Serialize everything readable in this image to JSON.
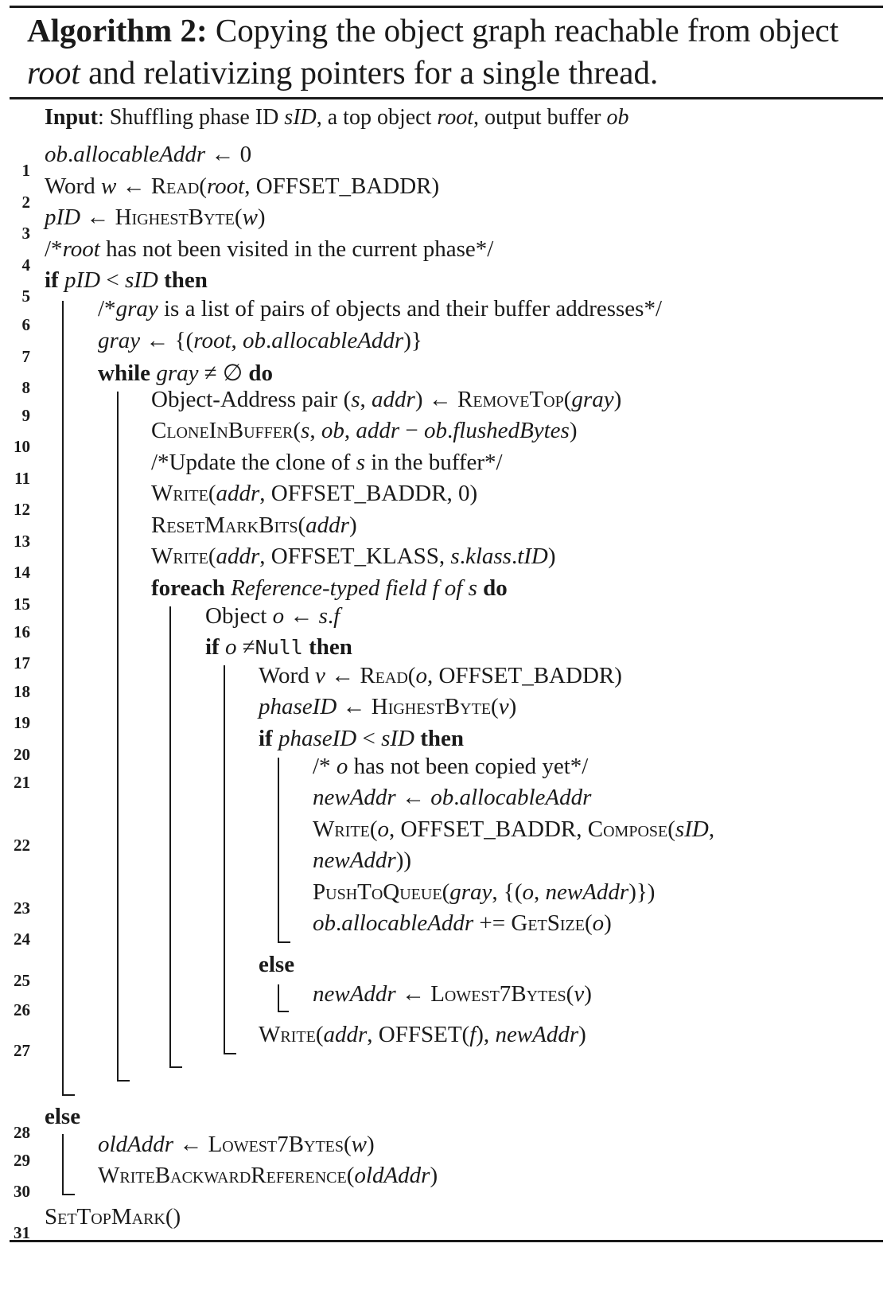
{
  "title": {
    "label": "Algorithm 2:",
    "text": "Copying the object graph reachable from object root and relativizing pointers for a single thread."
  },
  "input": {
    "label": "Input",
    "text": ": Shuffling phase ID sID, a top object root, output buffer ob"
  },
  "lines": [
    {
      "num": "1",
      "text": "ob.allocableAddr ← 0"
    },
    {
      "num": "2",
      "text": "Word w ← Read(root, OFFSET_BADDR)"
    },
    {
      "num": "3",
      "text": "pID ← HighestByte(w)"
    },
    {
      "num": "4",
      "text": "/*root has not been visited in the current phase*/"
    },
    {
      "num": "5",
      "text": "if pID < sID then"
    },
    {
      "num": "6",
      "text": "/*gray is a list of pairs of objects and their buffer addresses*/"
    },
    {
      "num": "7",
      "text": "gray ← {(root, ob.allocableAddr)}"
    },
    {
      "num": "8",
      "text": "while gray ≠ ∅ do"
    },
    {
      "num": "9",
      "text": "Object-Address pair (s, addr) ← RemoveTop(gray)"
    },
    {
      "num": "10",
      "text": "CloneInBuffer(s, ob, addr − ob.flushedBytes)"
    },
    {
      "num": "11",
      "text": "/*Update the clone of s in the buffer*/"
    },
    {
      "num": "12",
      "text": "Write(addr, OFFSET_BADDR, 0)"
    },
    {
      "num": "13",
      "text": "ResetMarkBits(addr)"
    },
    {
      "num": "14",
      "text": "Write(addr, OFFSET_KLASS, s.klass.tID)"
    },
    {
      "num": "15",
      "text": "foreach Reference-typed field f of s do"
    },
    {
      "num": "16",
      "text": "Object o ← s.f"
    },
    {
      "num": "17",
      "text": "if o ≠Null then"
    },
    {
      "num": "18",
      "text": "Word v ← Read(o, OFFSET_BADDR)"
    },
    {
      "num": "19",
      "text": "phaseID ← HighestByte(v)"
    },
    {
      "num": "20",
      "text": "if phaseID < sID then"
    },
    {
      "num": "21",
      "text": "/* o has not been copied yet*/"
    },
    {
      "num": "",
      "text": "newAddr ← ob.allocableAddr"
    },
    {
      "num": "22",
      "text": "Write(o, OFFSET_BADDR, Compose(sID,"
    },
    {
      "num": "",
      "text": "newAddr))"
    },
    {
      "num": "23",
      "text": "PushToQueue(gray, {(o, newAddr)})"
    },
    {
      "num": "24",
      "text": "ob.allocableAddr += GetSize(o)"
    },
    {
      "num": "25",
      "text": "else"
    },
    {
      "num": "26",
      "text": "newAddr ← Lowest7Bytes(v)"
    },
    {
      "num": "27",
      "text": "Write(addr, OFFSET(f), newAddr)"
    },
    {
      "num": "28",
      "text": "else"
    },
    {
      "num": "29",
      "text": "oldAddr ← Lowest7Bytes(w)"
    },
    {
      "num": "30",
      "text": "WriteBackwardReference(oldAddr)"
    },
    {
      "num": "31",
      "text": "SetTopMark()"
    }
  ],
  "code_html": [
    "<span class='it'>ob</span>.<span class='it'>allocableAddr</span> ← 0",
    "Word <span class='it'>w</span> ← <span class='sc'>Read</span>(<span class='it'>root</span>, OFFSET_BADDR)",
    "<span class='it'>pID</span> ← <span class='sc'>HighestByte</span>(<span class='it'>w</span>)",
    "/*<span class='it'>root</span> has not been visited in the current phase*/",
    "<span class='kw'>if</span> <span class='it'>pID</span> &lt; <span class='it'>sID</span> <span class='kw'>then</span>",
    "/*<span class='it'>gray</span> is a list of pairs of objects and their buffer addresses*/",
    "<span class='it'>gray</span> ← {(<span class='it'>root</span>, <span class='it'>ob</span>.<span class='it'>allocableAddr</span>)}",
    "<span class='kw'>while</span> <span class='it'>gray</span> ≠ ∅ <span class='kw'>do</span>",
    "Object-Address pair (<span class='it'>s</span>, <span class='it'>addr</span>) ← <span class='sc'>RemoveTop</span>(<span class='it'>gray</span>)",
    "<span class='sc'>CloneInBuffer</span>(<span class='it'>s</span>, <span class='it'>ob</span>, <span class='it'>addr</span> − <span class='it'>ob</span>.<span class='it'>flushedBytes</span>)",
    "/*Update the clone of <span class='it'>s</span> in the buffer*/",
    "<span class='sc'>Write</span>(<span class='it'>addr</span>, OFFSET_BADDR, 0)",
    "<span class='sc'>ResetMarkBits</span>(<span class='it'>addr</span>)",
    "<span class='sc'>Write</span>(<span class='it'>addr</span>, OFFSET_KLASS, <span class='it'>s</span>.<span class='it'>klass</span>.<span class='it'>tID</span>)",
    "<span class='kw'>foreach</span> <span class='it'>Reference-typed field f of s</span> <span class='kw'>do</span>",
    "Object <span class='it'>o</span> ← <span class='it'>s</span>.<span class='it'>f</span>",
    "<span class='kw'>if</span> <span class='it'>o</span> ≠<span class='mono'>Null</span> <span class='kw'>then</span>",
    "Word <span class='it'>v</span> ← <span class='sc'>Read</span>(<span class='it'>o</span>, OFFSET_BADDR)",
    "<span class='it'>phaseID</span> ← <span class='sc'>HighestByte</span>(<span class='it'>v</span>)",
    "<span class='kw'>if</span> <span class='it'>phaseID</span> &lt; <span class='it'>sID</span> <span class='kw'>then</span>",
    "/* <span class='it'>o</span> has not been copied yet*/",
    "<span class='it'>newAddr</span> ← <span class='it'>ob</span>.<span class='it'>allocableAddr</span>",
    "<span class='sc'>Write</span>(<span class='it'>o</span>, OFFSET_BADDR, <span class='sc'>Compose</span>(<span class='it'>sID</span>,",
    "<span class='it'>newAddr</span>))",
    "<span class='sc'>PushToQueue</span>(<span class='it'>gray</span>, {(<span class='it'>o</span>, <span class='it'>newAddr</span>)})",
    "<span class='it'>ob</span>.<span class='it'>allocableAddr</span> += <span class='sc'>GetSize</span>(<span class='it'>o</span>)",
    "<span class='kw'>else</span>",
    "<span class='it'>newAddr</span> ← <span class='sc'>Lowest7Bytes</span>(<span class='it'>v</span>)",
    "<span class='sc'>Write</span>(<span class='it'>addr</span>, OFFSET(<span class='it'>f</span>), <span class='it'>newAddr</span>)",
    "<span class='kw'>else</span>",
    "<span class='it'>oldAddr</span> ← <span class='sc'>Lowest7Bytes</span>(<span class='it'>w</span>)",
    "<span class='sc'>WriteBackwardReference</span>(<span class='it'>oldAddr</span>)",
    "<span class='sc'>SetTopMark</span>()"
  ]
}
